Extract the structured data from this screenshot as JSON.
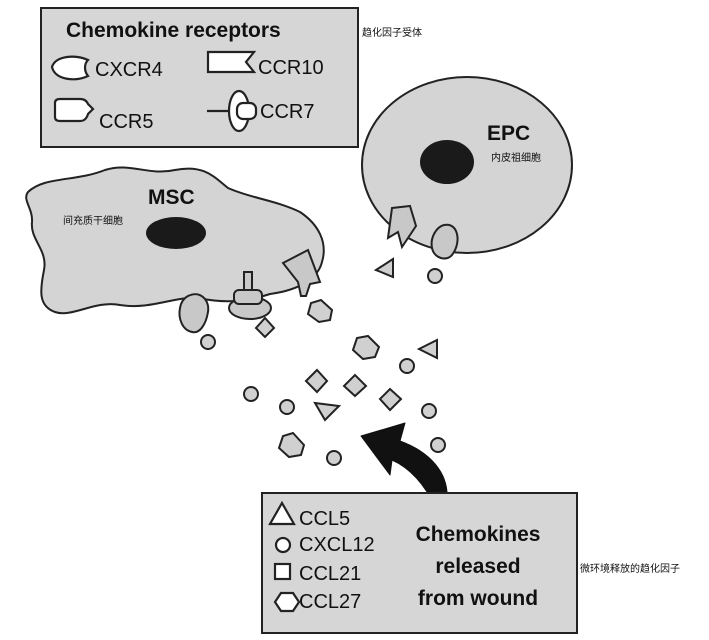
{
  "receptor_legend": {
    "title": "Chemokine receptors",
    "annotation": "趋化因子受体",
    "items": [
      {
        "label": "CXCR4",
        "icon": "cxcr4-receptor-icon"
      },
      {
        "label": "CCR10",
        "icon": "ccr10-receptor-icon"
      },
      {
        "label": "CCR5",
        "icon": "ccr5-receptor-icon"
      },
      {
        "label": "CCR7",
        "icon": "ccr7-receptor-icon"
      }
    ]
  },
  "cells": {
    "epc": {
      "label": "EPC",
      "annotation": "内皮祖细胞"
    },
    "msc": {
      "label": "MSC",
      "annotation": "间充质干细胞"
    }
  },
  "chemokine_legend": {
    "items": [
      {
        "label": "CCL5",
        "icon": "triangle-icon"
      },
      {
        "label": "CXCL12",
        "icon": "circle-icon"
      },
      {
        "label": "CCL21",
        "icon": "square-icon"
      },
      {
        "label": "CCL27",
        "icon": "hexagon-icon"
      }
    ],
    "caption_lines": [
      "Chemokines",
      "released",
      "from wound"
    ],
    "annotation": "微环境释放的趋化因子"
  },
  "colors": {
    "panel_fill": "#d6d6d6",
    "cell_fill": "#d4d4d4",
    "nucleus_fill": "#1a1a1a",
    "stroke": "#222222"
  }
}
